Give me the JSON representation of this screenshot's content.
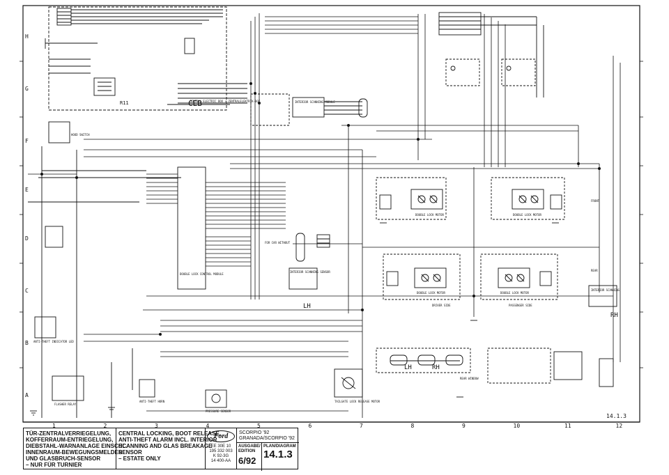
{
  "diagram": {
    "page_ref": "14.1.3",
    "row_letters": [
      "H",
      "G",
      "F",
      "E",
      "D",
      "C",
      "B",
      "A"
    ],
    "column_numbers": [
      "1",
      "2",
      "3",
      "4",
      "5",
      "6",
      "7",
      "8",
      "9",
      "10",
      "11",
      "12"
    ],
    "blocks": {
      "ceb_label": "CEB",
      "ceb_sub": "CENTRAL ELECTRIC BOX / ZENTRALELEKTRIK-BOX",
      "r11": "R11",
      "interior_scan_top": "INTERIOR SCANNING MODULE",
      "interior_scan_mid": "INTERIOR SCANNING SENSOR",
      "interior_scan_right": "INTERIOR SCANNING",
      "lh_label_1": "LH",
      "lh_label_2": "LH",
      "rh_label_1": "RH",
      "rh_label_2": "RH",
      "front_label": "FRONT",
      "rear_label": "REAR",
      "door_lock_motor_1": "DOUBLE LOCK MOTOR",
      "door_lock_motor_2": "DOUBLE LOCK MOTOR",
      "door_lock_motor_3": "DOUBLE LOCK MOTOR",
      "door_lock_motor_4": "DOUBLE LOCK MOTOR",
      "double_lock_control": "DOUBLE LOCK CONTROL MODULE",
      "driver_side": "DRIVER SIDE",
      "passenger_side": "PASSENGER SIDE",
      "tailgate_lock": "TAILGATE LOCK RELEASE MOTOR",
      "rear_window": "REAR WINDOW",
      "antitheft_led": "ANTI-THEFT INDICATOR LED",
      "antitheft_horn": "ANTI-THEFT HORN",
      "hood_switch": "HOOD SWITCH",
      "flasher_relay": "FLASHER RELAY",
      "pressure_sensor": "PRESSURE SENSOR",
      "for_car_without": "FOR CAR WITHOUT"
    }
  },
  "title_block": {
    "de": [
      "TÜR-ZENTRALVERRIEGELUNG,",
      "KOFFERRAUM-ENTRIEGELUNG,",
      "DIEBSTAHL-WARNANLAGE EINSCHL.",
      "INNENRAUM-BEWEGUNGSMELDER",
      "UND GLASBRUCH-SENSOR",
      "– NUR FÜR TURNIER"
    ],
    "en": [
      "CENTRAL LOCKING, BOOT RELEASE,",
      "ANTI-THEFT ALARM INCL. INTERIOR",
      "SCANNING AND GLAS BREAKAGE",
      "SENSOR",
      "– ESTATE ONLY"
    ],
    "brand": "Ford",
    "codes": [
      "EE 30E 10",
      "195 332 003",
      "K 92-3G",
      "14 400-AA"
    ],
    "model": [
      "SCORPIO '92",
      "GRANADA/SCORPIO '92"
    ],
    "edition_label": "AUSGABE/ EDITION",
    "edition": "6/92",
    "plan_label": "PLAN/DIAGRAM",
    "diagram_number": "14.1.3"
  }
}
